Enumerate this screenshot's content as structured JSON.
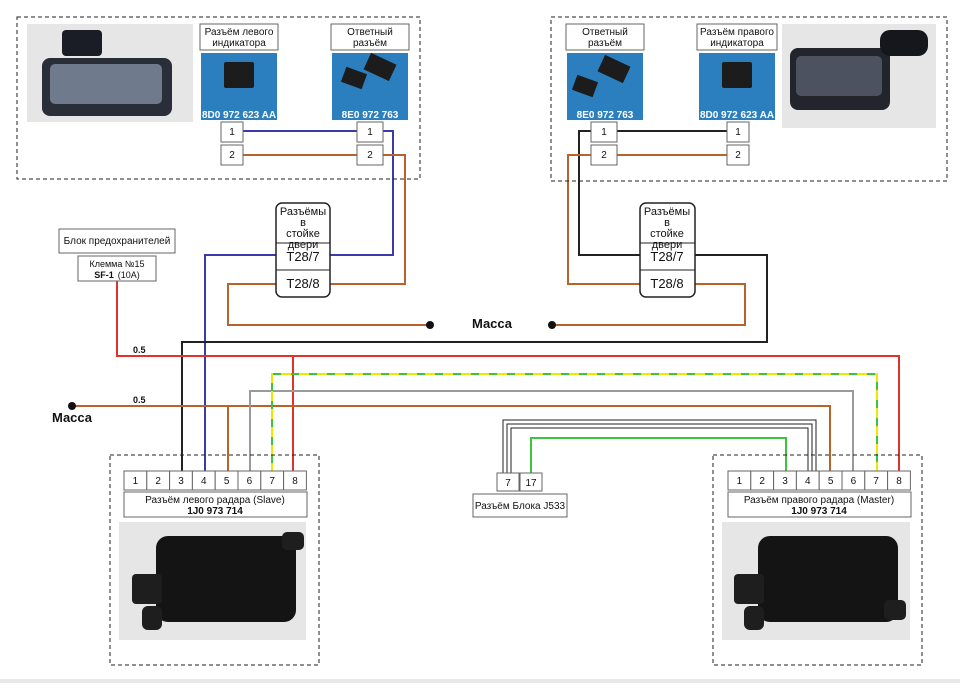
{
  "left_indicator": {
    "connector_label": "Разъём левого индикатора",
    "mate_label": "Ответный разъём",
    "connector_part": "8D0 972 623 AA",
    "mate_part": "8E0 972 763",
    "pins": [
      "1",
      "2"
    ]
  },
  "right_indicator": {
    "connector_label": "Разъём правого индикатора",
    "mate_label": "Ответный разъём",
    "connector_part": "8D0 972 623 AA",
    "mate_part": "8E0 972 763",
    "pins": [
      "1",
      "2"
    ]
  },
  "door_left": {
    "title": "Разъёмы в стойке двери",
    "t1": "T28/7",
    "t2": "T28/8"
  },
  "door_right": {
    "title": "Разъёмы в стойке двери",
    "t1": "T28/7",
    "t2": "T28/8"
  },
  "fuse": {
    "title": "Блок предохранителей",
    "terminal": "Клемма №15",
    "fuse_id": "SF-1",
    "rating": "(10A)"
  },
  "ground_label_center": "Масса",
  "ground_label_left": "Масса",
  "wire_gauge_red": "0.5",
  "wire_gauge_brown": "0.5",
  "left_radar": {
    "pins": [
      "1",
      "2",
      "3",
      "4",
      "5",
      "6",
      "7",
      "8"
    ],
    "name": "Разъём левого радара (Slave)",
    "part": "1J0 973 714"
  },
  "right_radar": {
    "pins": [
      "1",
      "2",
      "3",
      "4",
      "5",
      "6",
      "7",
      "8"
    ],
    "name": "Разъём правого радара (Master)",
    "part": "1J0 973 714"
  },
  "j533": {
    "pins": [
      "7",
      "17"
    ],
    "name": "Разъём Блока J533"
  },
  "colors": {
    "red": "#e0332b",
    "blue": "#3a3aa8",
    "brown": "#b8622c",
    "black": "#222222",
    "gray": "#9a9a9a",
    "green": "#3cc43c",
    "yellow": "#f0e600"
  }
}
